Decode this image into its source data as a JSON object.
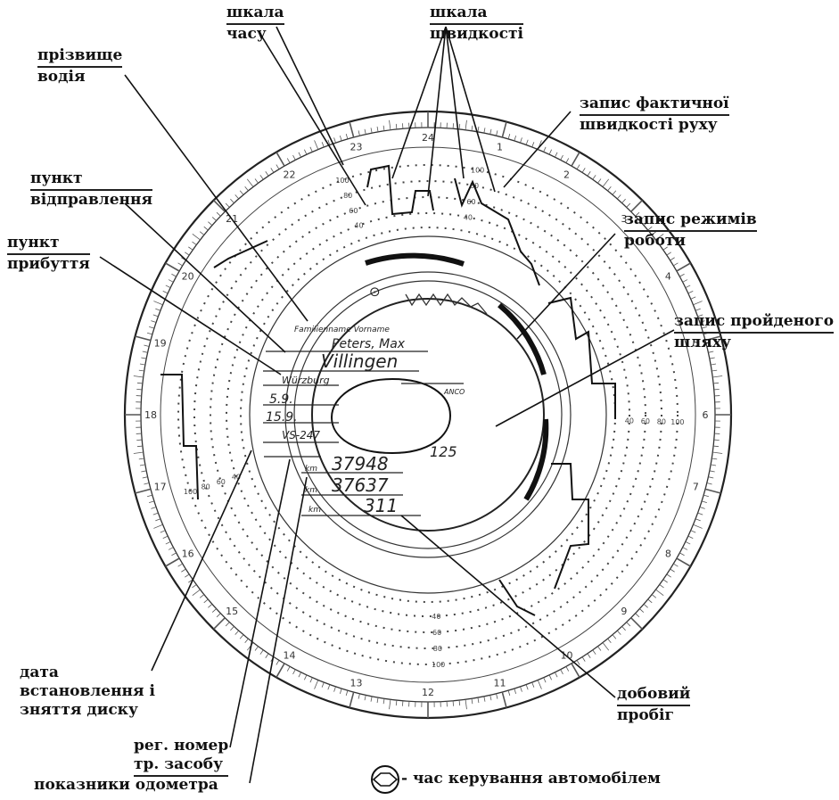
{
  "labels": {
    "time_scale": [
      "шкала",
      "часу"
    ],
    "speed_scale": [
      "шкала",
      "швидкості"
    ],
    "driver_surname": [
      "прізвище",
      "водія"
    ],
    "actual_speed": [
      "запис фактичної",
      "швидкості руху"
    ],
    "departure": [
      "пункт",
      "відправлення"
    ],
    "work_modes": [
      "запис режимів",
      "роботи"
    ],
    "arrival": [
      "пункт",
      "прибуття"
    ],
    "distance": [
      "запис пройденого",
      "шляху"
    ],
    "disk_date": [
      "дата",
      "встановлення і",
      "зняття диску"
    ],
    "daily_mileage": [
      "добовий",
      "пробіг"
    ],
    "reg_number": [
      "рег. номер",
      "тр. засобу"
    ],
    "odometer": "показники одометра",
    "driving_time": "- час керування автомобілем"
  },
  "disk": {
    "name_header": "Familienname Vorname",
    "driver_name": "Peters, Max",
    "departure_place": "Villingen",
    "arrival_place": "Würzburg",
    "date_start": "5.9.",
    "date_end": "15.9.",
    "plate": "VS-247",
    "odo_end": "37948",
    "odo_start": "37637",
    "km_total": "311",
    "odo_end_label": "km",
    "odo_start_label": "km",
    "km_total_label": "km",
    "model_code": "ANCO",
    "max_speed": "125",
    "center_symbol": "⊙",
    "hour_labels": [
      "24",
      "1",
      "2",
      "3",
      "4",
      "5",
      "6",
      "7",
      "8",
      "9",
      "10",
      "11",
      "12",
      "13",
      "14",
      "15",
      "16",
      "17",
      "18",
      "19",
      "20",
      "21",
      "22",
      "23"
    ],
    "speed_labels": [
      "40",
      "60",
      "80",
      "100"
    ]
  }
}
